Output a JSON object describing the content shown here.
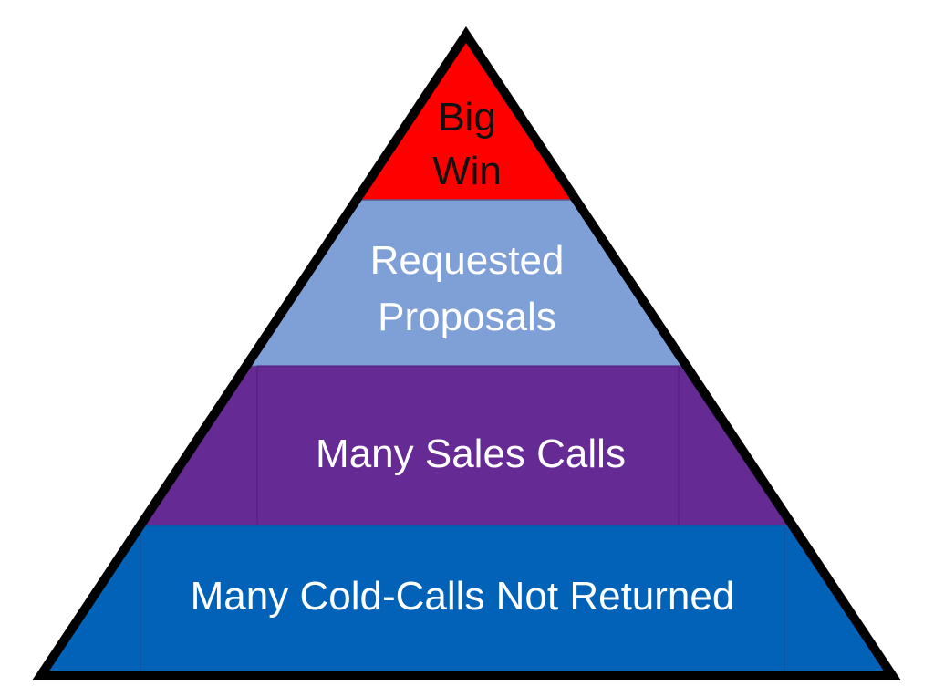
{
  "diagram": {
    "type": "pyramid",
    "tiers": [
      {
        "lines": [
          "Big",
          "Win"
        ],
        "fill": "#ff0000",
        "text_color": "#111111"
      },
      {
        "lines": [
          "Requested",
          "Proposals"
        ],
        "fill": "#7f9fd7",
        "text_color": "#ffffff"
      },
      {
        "lines": [
          "Many Sales Calls"
        ],
        "fill": "#652a93",
        "text_color": "#ffffff"
      },
      {
        "lines": [
          "Many Cold-Calls Not Returned"
        ],
        "fill": "#0262b8",
        "text_color": "#ffffff"
      }
    ],
    "outline_color": "#000000"
  }
}
